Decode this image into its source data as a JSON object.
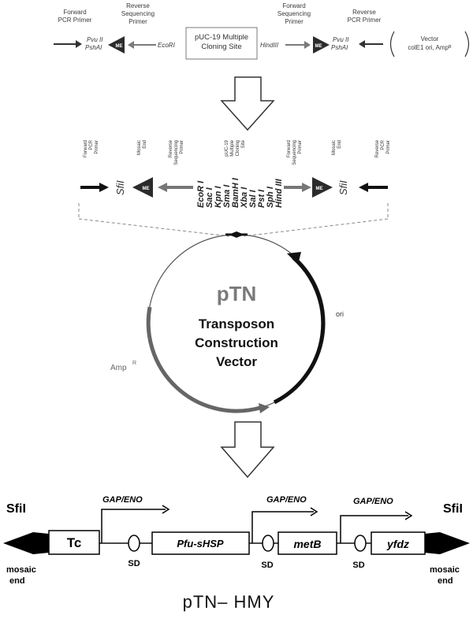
{
  "top_row": {
    "forward_pcr_primer": [
      "Forward",
      "PCR Primer"
    ],
    "reverse_sequencing_primer": [
      "Reverse",
      "Sequencing",
      "Primer"
    ],
    "forward_sequencing_primer": [
      "Forward",
      "Sequencing",
      "Primer"
    ],
    "reverse_pcr_primer": [
      "Reverse",
      "PCR Primer"
    ],
    "pvu_left": "Pvu II",
    "psh_left": "PshAI",
    "me_label": "ME",
    "ecori": "EcoRI",
    "mcs_line1": "pUC-19 Multiple",
    "mcs_line2": "Cloning Site",
    "hindiii": "HindIII",
    "pvu_right": "Pvu II",
    "psh_right": "PshAI",
    "vector_line1": "Vector",
    "vector_line2": "colE1 ori, Ampᴿ"
  },
  "middle_row": {
    "forward_pcr_primer": [
      "Forward",
      "PCR",
      "Primer"
    ],
    "mosaic_end": [
      "Mosaic",
      "End"
    ],
    "reverse_sequencing_primer": [
      "Reverse",
      "Sequencing",
      "Primer"
    ],
    "mcs": [
      "pUC-19",
      "Multiple",
      "Cloning",
      "Site"
    ],
    "forward_sequencing_primer": [
      "Forward",
      "Sequencing",
      "Primer"
    ],
    "reverse_pcr_primer": [
      "Reverse",
      "PCR",
      "Primer"
    ],
    "sfi_left": "SfiI",
    "sfi_right": "SfiI",
    "me_label": "ME",
    "enzymes": [
      "EcoR I",
      "Sac I",
      "Kpn I",
      "Sma I",
      "BamH I",
      "Xba I",
      "Sal I",
      "Pst I",
      "Sph I",
      "Hind III"
    ]
  },
  "plasmid": {
    "name": "pTN",
    "line1": "Transposon",
    "line2": "Construction",
    "line3": "Vector",
    "ori": "ori",
    "amp": "Amp",
    "amp_sup": "R"
  },
  "construct": {
    "sfi_left": "SfiI",
    "sfi_right": "SfiI",
    "mosaic_left": [
      "mosaic",
      "end"
    ],
    "mosaic_right": [
      "mosaic",
      "end"
    ],
    "promoter1": "GAP/ENO",
    "promoter2": "GAP/ENO",
    "promoter3": "GAP/ENO",
    "box_tc": "Tc",
    "box_pfu": "Pfu-sHSP",
    "box_metb": "metB",
    "box_yfdz": "yfdz",
    "sd1": "SD",
    "sd2": "SD",
    "sd3": "SD",
    "title": "pTN– HMY"
  }
}
